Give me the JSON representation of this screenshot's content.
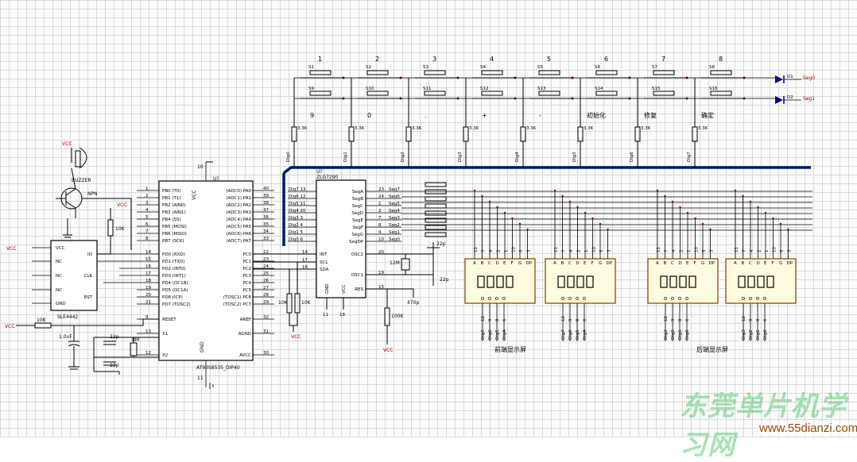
{
  "buttons_top": [
    "1",
    "2",
    "3",
    "4",
    "5",
    "6",
    "7",
    "8"
  ],
  "switches_row1": [
    "S1",
    "S2",
    "S3",
    "S4",
    "S5",
    "S6",
    "S7",
    "S8"
  ],
  "switches_row2": [
    "S9",
    "S10",
    "S11",
    "S12",
    "S13",
    "S14",
    "S15",
    "S16"
  ],
  "key_functions": [
    "9",
    "0",
    ".",
    "+",
    "-",
    "初始化",
    "修复",
    "确定"
  ],
  "pullup": "3.3K",
  "dig_labels": [
    "Dig0",
    "Dig1",
    "Dig2",
    "Dig3",
    "Dig4",
    "Dig5",
    "Dig6",
    "Dig7"
  ],
  "diodes": [
    {
      "ref": "D1",
      "net": "Seg0"
    },
    {
      "ref": "D2",
      "net": "Seg1"
    }
  ],
  "vcc": "VCC",
  "mcu": {
    "ref": "U?",
    "part": "AT90S8535_DIP40",
    "left_pins": [
      "1",
      "2",
      "3",
      "4",
      "5",
      "6",
      "7",
      "8",
      "14",
      "15",
      "16",
      "17",
      "18",
      "19",
      "20",
      "21",
      "9",
      "13",
      "12"
    ],
    "left_names": [
      "PB0 (T0)",
      "PB1 (T1)",
      "PB2 (AIN0)",
      "PB3 (AIN1)",
      "PB4 (SS)",
      "PB5 (MOSI)",
      "PB6 (MISO)",
      "PB7 (SCK)",
      "PD0 (RXD)",
      "PD1 (TXD)",
      "PD2 (INT0)",
      "PD3 (INT1)",
      "PD4 (OC1B)",
      "PD5 (OC1A)",
      "PD6 (ICP)",
      "PD7 (TOSC2)",
      "RESET",
      "X1",
      "X2"
    ],
    "right_names": [
      "(ADC0) PA0",
      "(ADC1) PA1",
      "(ADC2) PA2",
      "(ADC3) PA3",
      "(ADC4) PA4",
      "(ADC5) PA5",
      "(ADC6) PA6",
      "(ADC7) PA7",
      "PC0",
      "PC1",
      "PC2",
      "PC3",
      "PC4",
      "PC5",
      "(TOSC1) PC6",
      "(TOSC2) PC7",
      "AREF",
      "AGND",
      "AVCC"
    ],
    "right_pins": [
      "40",
      "39",
      "38",
      "37",
      "36",
      "35",
      "34",
      "33",
      "22",
      "23",
      "24",
      "25",
      "26",
      "27",
      "28",
      "29",
      "32",
      "31",
      "30"
    ],
    "vcc_pin": "10",
    "vcc_label": "VCC",
    "gnd_pin": "11",
    "gnd_label": "GND"
  },
  "zlg": {
    "ref": "U?",
    "part": "ZLG7290",
    "left": [
      "Dig7 13",
      "Dig6 12",
      "Dig5 11",
      "Dig4 20",
      "Dig3 3",
      "Dig2 4",
      "Dig1 5",
      "Dig0 6"
    ],
    "right": [
      "SegA",
      "SegB",
      "SegC",
      "SegD",
      "SegE",
      "SegF",
      "SegG",
      "SegDP"
    ],
    "right_pins": [
      "23",
      "24",
      "1",
      "2",
      "7",
      "8",
      "9",
      "10"
    ],
    "io": [
      "INT",
      "SCL",
      "SDA"
    ],
    "io_pins": [
      "14",
      "17",
      "16"
    ],
    "osc": [
      "OSC2",
      "OSC1",
      "RES"
    ],
    "osc_pins": [
      "20",
      "19",
      "15"
    ],
    "bottom": [
      "GND",
      "VCC"
    ],
    "bottom_pins": [
      "11",
      "18"
    ],
    "seg_nets": [
      "Seg7",
      "Seg6",
      "Seg5",
      "Seg4",
      "Seg3",
      "Seg2",
      "Seg1",
      "Seg0"
    ]
  },
  "sle": {
    "part": "SLE4442",
    "pins_left": [
      "VCC",
      "NC",
      "NC",
      "NC",
      "GND"
    ],
    "pins_right": [
      "IO",
      "CLK",
      "RST"
    ]
  },
  "buzzer": {
    "label": "BUZZER",
    "transistor": "NPN"
  },
  "resistors": {
    "r10k_a": "10K",
    "r10k_b": "10K",
    "r10k_c": "10K",
    "r10k_d": "10K",
    "r100k": "100K"
  },
  "caps": {
    "c1": "1.0uF",
    "c2": "22p",
    "c3": "22p",
    "c4": "22p",
    "c5": "22p",
    "c6": "470p"
  },
  "crystals": {
    "x1": "8M",
    "x2": "12M"
  },
  "segments": [
    "A",
    "B",
    "C",
    "D",
    "E",
    "F",
    "G",
    "DP"
  ],
  "seg_pins_top": [
    "11",
    "7",
    "4",
    "2",
    "1",
    "10",
    "5",
    "3"
  ],
  "display_bottom_pins": [
    "12",
    "9",
    "8",
    "6"
  ],
  "display_groups": [
    {
      "label": "前端显示屏",
      "digs": [
        "Dig7",
        "Dig6",
        "Dig5",
        "Dig4"
      ]
    },
    {
      "label": "后端显示屏",
      "digs": [
        "Dig3",
        "Dig2",
        "Dig1",
        "Dig0"
      ]
    }
  ],
  "watermark": {
    "cn": "东莞单片机学习网",
    "url": "www.55dianzi.com"
  }
}
